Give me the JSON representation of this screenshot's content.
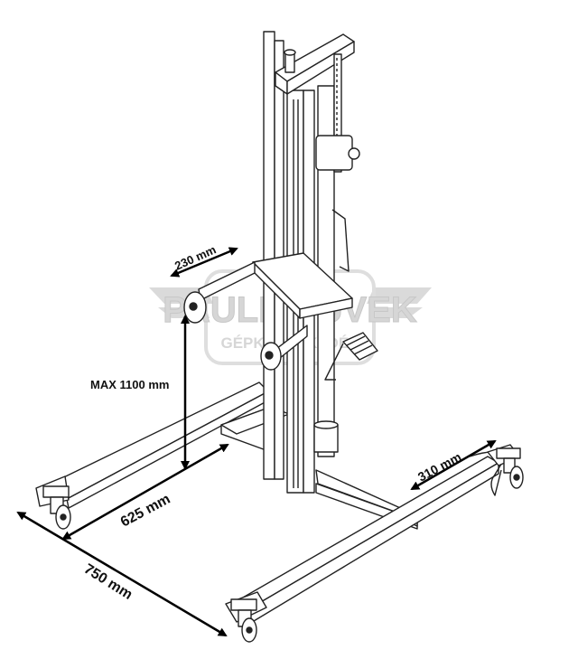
{
  "watermark": {
    "brand": "PAULITHÜVEK",
    "subtitle": "GÉPKERESKEDÉS",
    "color": "#b9b9b9"
  },
  "dimensions": {
    "pad_width": "230 mm",
    "max_height": "MAX 1100 mm",
    "inner_length": "625 mm",
    "outer_length": "750 mm",
    "wheel_offset": "310 mm"
  },
  "colors": {
    "line": "#222222",
    "arrow": "#000000"
  }
}
